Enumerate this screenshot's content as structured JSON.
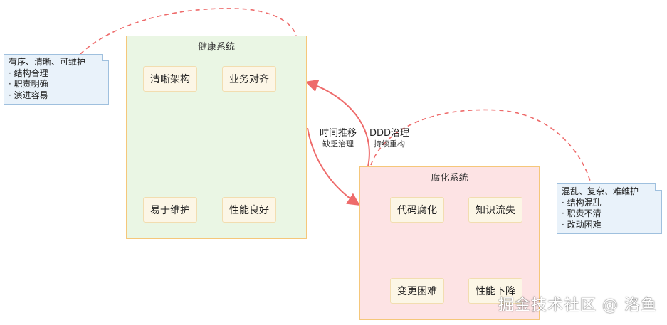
{
  "healthy_system": {
    "title": "健康系统",
    "nodes": [
      "清晰架构",
      "业务对齐",
      "易于维护",
      "性能良好"
    ],
    "note": {
      "heading": "有序、清晰、可维护",
      "items": [
        "· 结构合理",
        "· 职责明确",
        "· 演进容易"
      ]
    }
  },
  "corrupt_system": {
    "title": "腐化系统",
    "nodes": [
      "代码腐化",
      "知识流失",
      "变更困难",
      "性能下降"
    ],
    "note": {
      "heading": "混乱、复杂、难维护",
      "items": [
        "· 结构混乱",
        "· 职责不清",
        "· 改动困难"
      ]
    }
  },
  "transitions": {
    "decay": {
      "label": "时间推移",
      "sublabel": "缺乏治理"
    },
    "recover": {
      "label": "DDD治理",
      "sublabel": "持续重构"
    }
  },
  "colors": {
    "healthy_fill": "#eaf6e4",
    "corrupt_fill": "#fde3e4",
    "border": "#f5c77a",
    "arrow": "#ee6b6b",
    "note_fill": "#e9f2fa"
  },
  "watermark": "掘金技术社区 @ 洛鱼"
}
